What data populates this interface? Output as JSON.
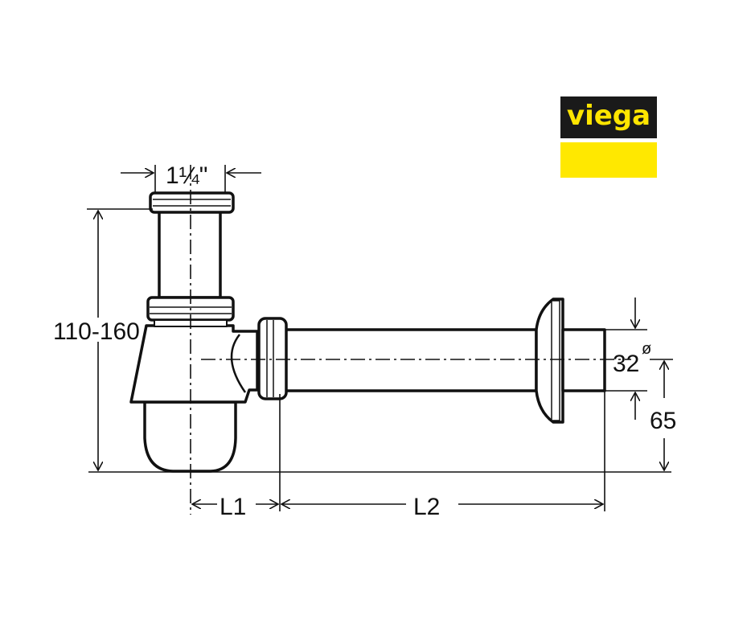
{
  "logo": {
    "brand": "viega",
    "colors": {
      "background": "#1a1a1a",
      "text": "#ffe500",
      "bar": "#ffe800"
    }
  },
  "dimensions": {
    "inlet_size": "1¼\"",
    "height_range": "110-160",
    "outlet_diameter": "32",
    "diameter_symbol": "ø",
    "outlet_height": "65",
    "l1": "L1",
    "l2": "L2"
  }
}
